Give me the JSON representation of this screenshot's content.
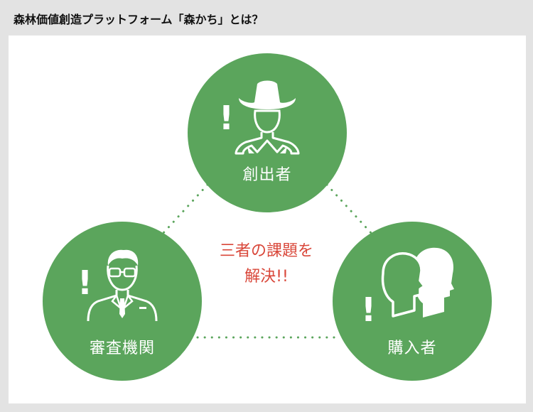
{
  "header": {
    "title": "森林価値創造プラットフォーム「森かち」とは？"
  },
  "colors": {
    "circle": "#5ba55c",
    "message": "#d9473a",
    "dots": "#5ba55c",
    "background": "#e3e3e3"
  },
  "nodes": [
    {
      "id": "creator",
      "label": "創出者",
      "icon": "cowboy-hat-person-icon"
    },
    {
      "id": "reviewer",
      "label": "審査機関",
      "icon": "glasses-suit-person-icon"
    },
    {
      "id": "buyer",
      "label": "購入者",
      "icon": "two-heads-icon"
    }
  ],
  "center": {
    "line1": "三者の課題を",
    "line2": "解決!!"
  },
  "mark": "!"
}
